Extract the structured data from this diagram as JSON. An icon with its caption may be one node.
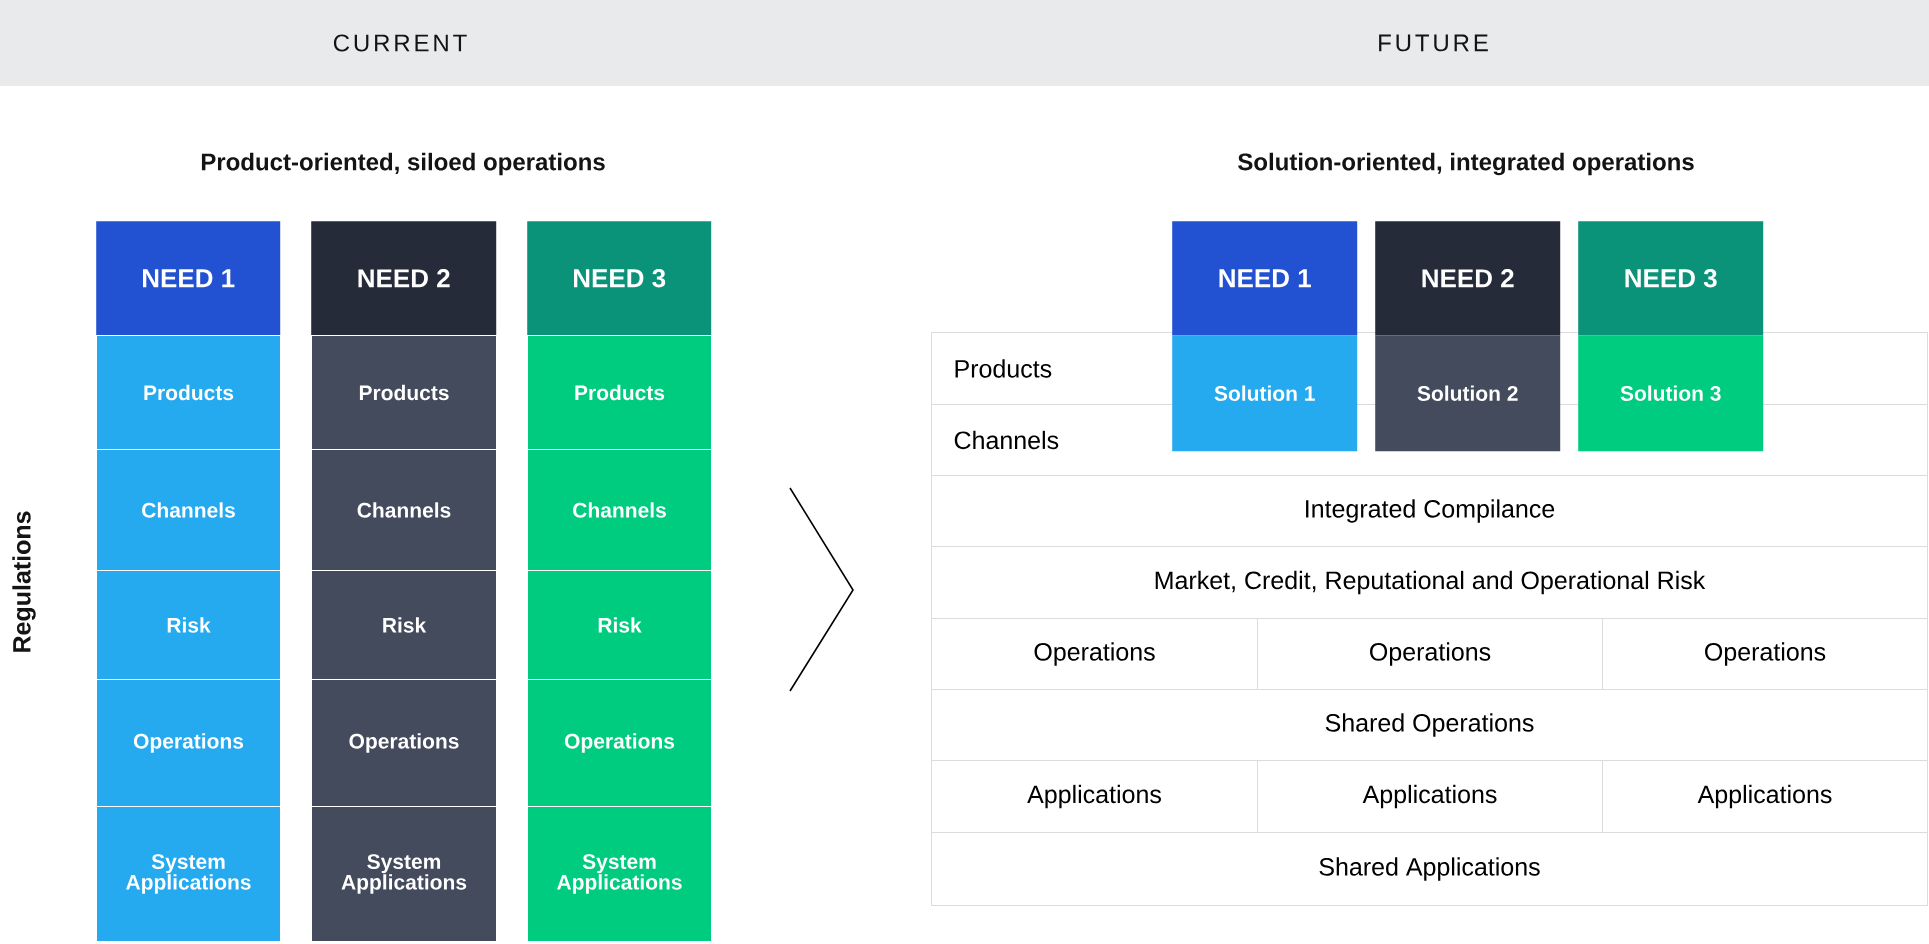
{
  "diagram": {
    "nodes": [
      {
        "text": [
          "NEED 1"
        ]
      },
      {
        "text": [
          "Products"
        ]
      },
      {
        "text": [
          "Channels"
        ]
      },
      {
        "text": [
          "Risk"
        ]
      },
      {
        "text": [
          "Operations"
        ]
      },
      {
        "text": [
          "System Applications"
        ]
      },
      {
        "text": [
          "NEED 2"
        ]
      },
      {
        "text": [
          "Products"
        ]
      },
      {
        "text": [
          "Channels"
        ]
      },
      {
        "text": [
          "Risk"
        ]
      },
      {
        "text": [
          "Operations"
        ]
      },
      {
        "text": [
          "System Applications"
        ]
      },
      {
        "text": [
          "NEED 3"
        ]
      },
      {
        "text": [
          "Products"
        ]
      },
      {
        "text": [
          "Channels"
        ]
      },
      {
        "text": [
          "Risk"
        ]
      },
      {
        "text": [
          "Operations"
        ]
      },
      {
        "text": [
          "System Applications"
        ]
      },
      {
        "text": [
          "Products"
        ]
      },
      {
        "text": [
          "Channels"
        ]
      },
      {
        "text": [
          "NEED 1"
        ]
      },
      {
        "text": [
          "Solution 1"
        ]
      },
      {
        "text": [
          "NEED 2"
        ]
      },
      {
        "text": [
          "Solution 2"
        ]
      },
      {
        "text": [
          "NEED 3"
        ]
      },
      {
        "text": [
          "Solution 3"
        ]
      },
      {
        "text": [
          "Integrated Compilance"
        ]
      },
      {
        "text": [
          "Market, Credit, Reputational and Operational Risk"
        ]
      },
      {
        "text": [
          "Operations"
        ]
      },
      {
        "text": [
          "Operations"
        ]
      },
      {
        "text": [
          "Operations"
        ]
      },
      {
        "text": [
          "Shared Operations"
        ]
      },
      {
        "text": [
          "Applications"
        ]
      },
      {
        "text": [
          "Applications"
        ]
      },
      {
        "text": [
          "Applications"
        ]
      },
      {
        "text": [
          "Shared Applications"
        ]
      }
    ],
    "labels": [
      "CURRENT",
      "FUTURE",
      "Product-oriented, siloed operations",
      "Solution-oriented, integrated operations",
      "Regulations"
    ]
  }
}
